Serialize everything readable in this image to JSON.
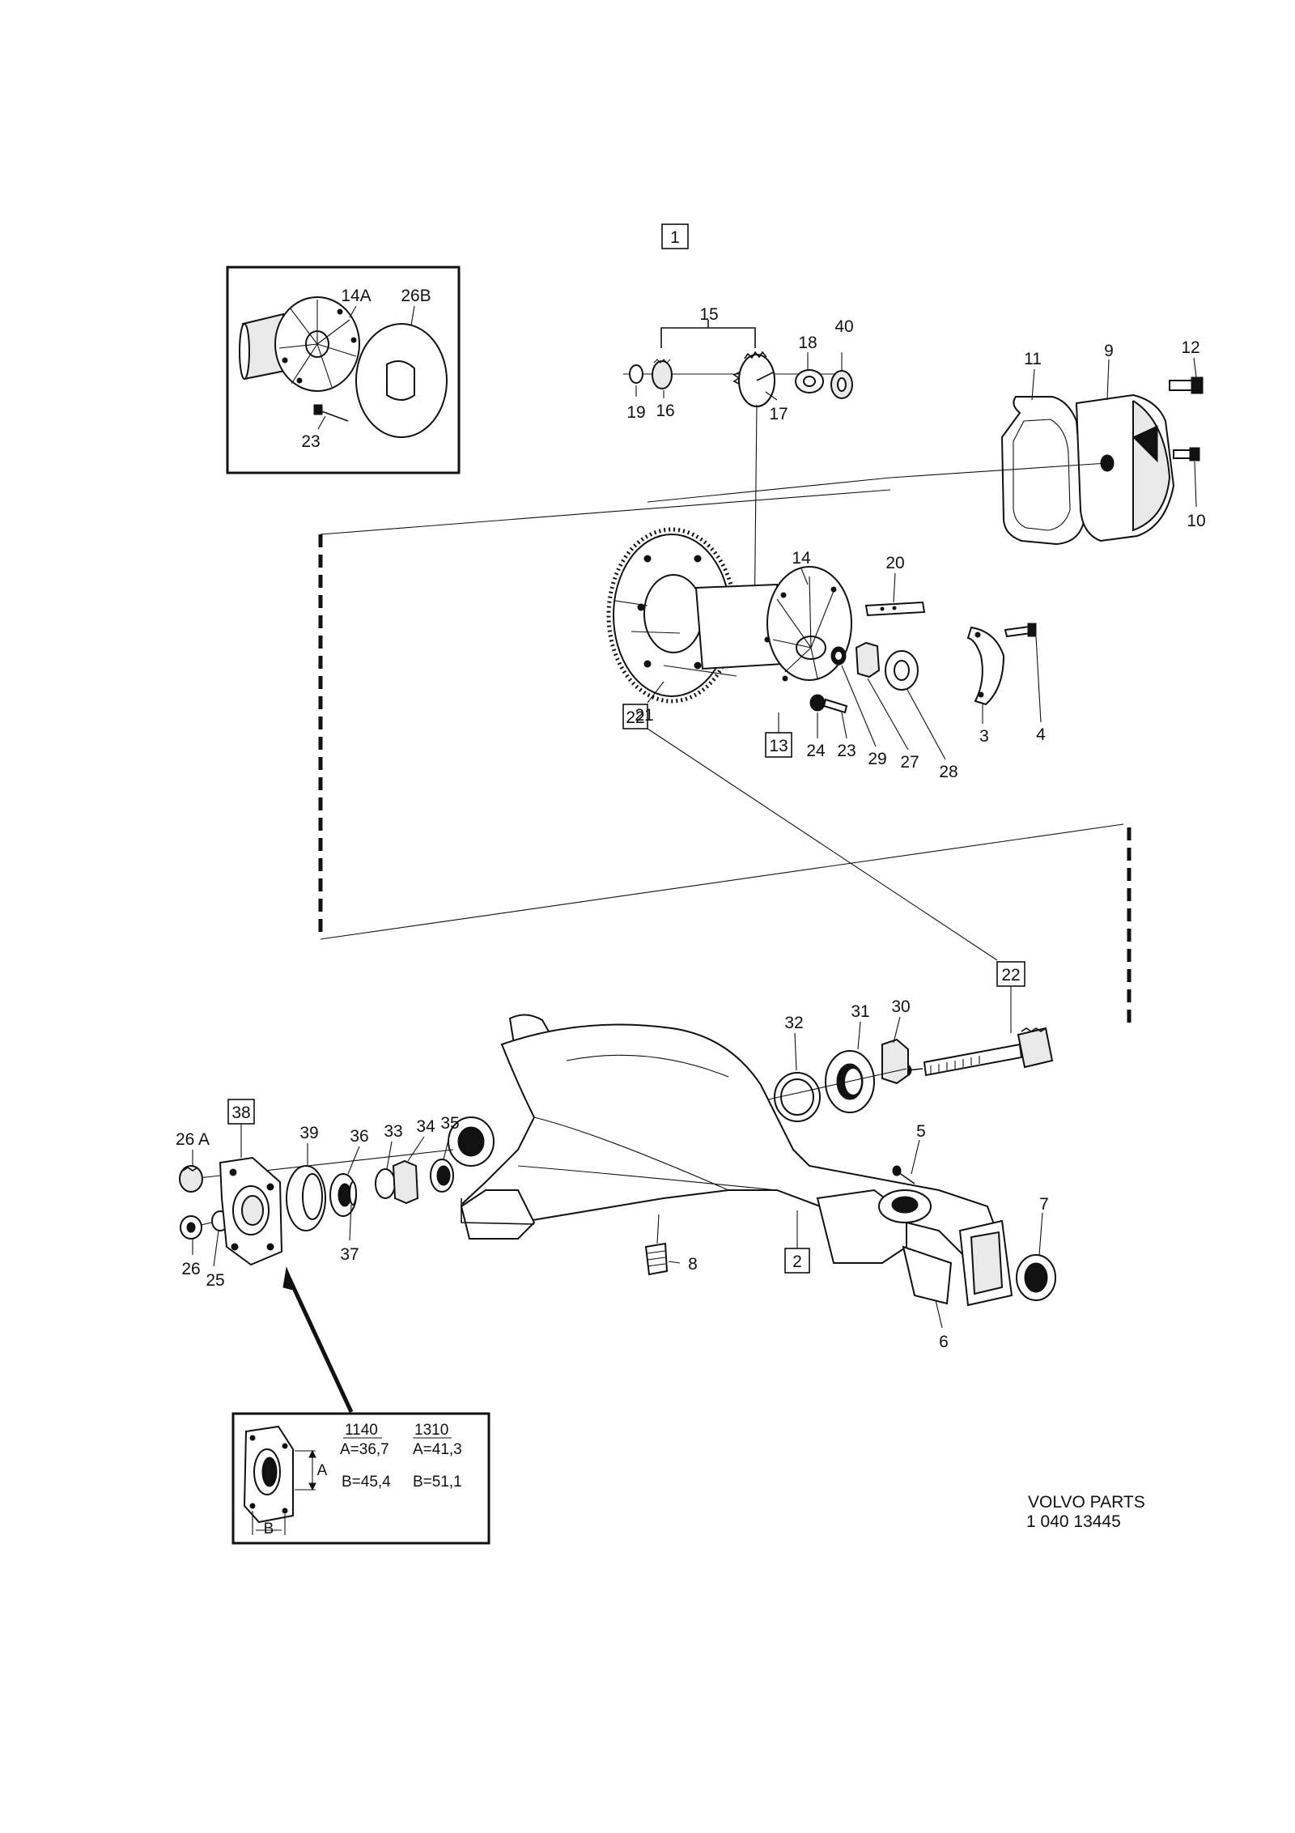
{
  "assembly_ref": "1",
  "inset_top": {
    "labels": [
      "14A",
      "26B",
      "23"
    ]
  },
  "callouts": {
    "c15": "15",
    "c18": "18",
    "c40": "40",
    "c19": "19",
    "c16": "16",
    "c17": "17",
    "c11": "11",
    "c9": "9",
    "c12": "12",
    "c10": "10",
    "c14": "14",
    "c20": "20",
    "c21": "21",
    "c24": "24",
    "c23": "23",
    "c29": "29",
    "c27": "27",
    "c28": "28",
    "c3": "3",
    "c4": "4",
    "c32": "32",
    "c31": "31",
    "c30": "30",
    "c5": "5",
    "c7": "7",
    "c8": "8",
    "c6": "6",
    "c26A": "26 A",
    "c39": "39",
    "c36": "36",
    "c33": "33",
    "c34": "34",
    "c35": "35",
    "c26": "26",
    "c25": "25",
    "c37": "37"
  },
  "boxed_refs": {
    "b22a": "22",
    "b22b": "22",
    "b13": "13",
    "b2": "2",
    "b38": "38"
  },
  "inset_bottom": {
    "col1_head": "1140",
    "col1_a": "A=36,7",
    "col1_b": "B=45,4",
    "col2_head": "1310",
    "col2_a": "A=41,3",
    "col2_b": "B=51,1",
    "dim_a": "A",
    "dim_b": "B"
  },
  "footer": {
    "brand": "VOLVO  PARTS",
    "code": "1  040  13445"
  }
}
